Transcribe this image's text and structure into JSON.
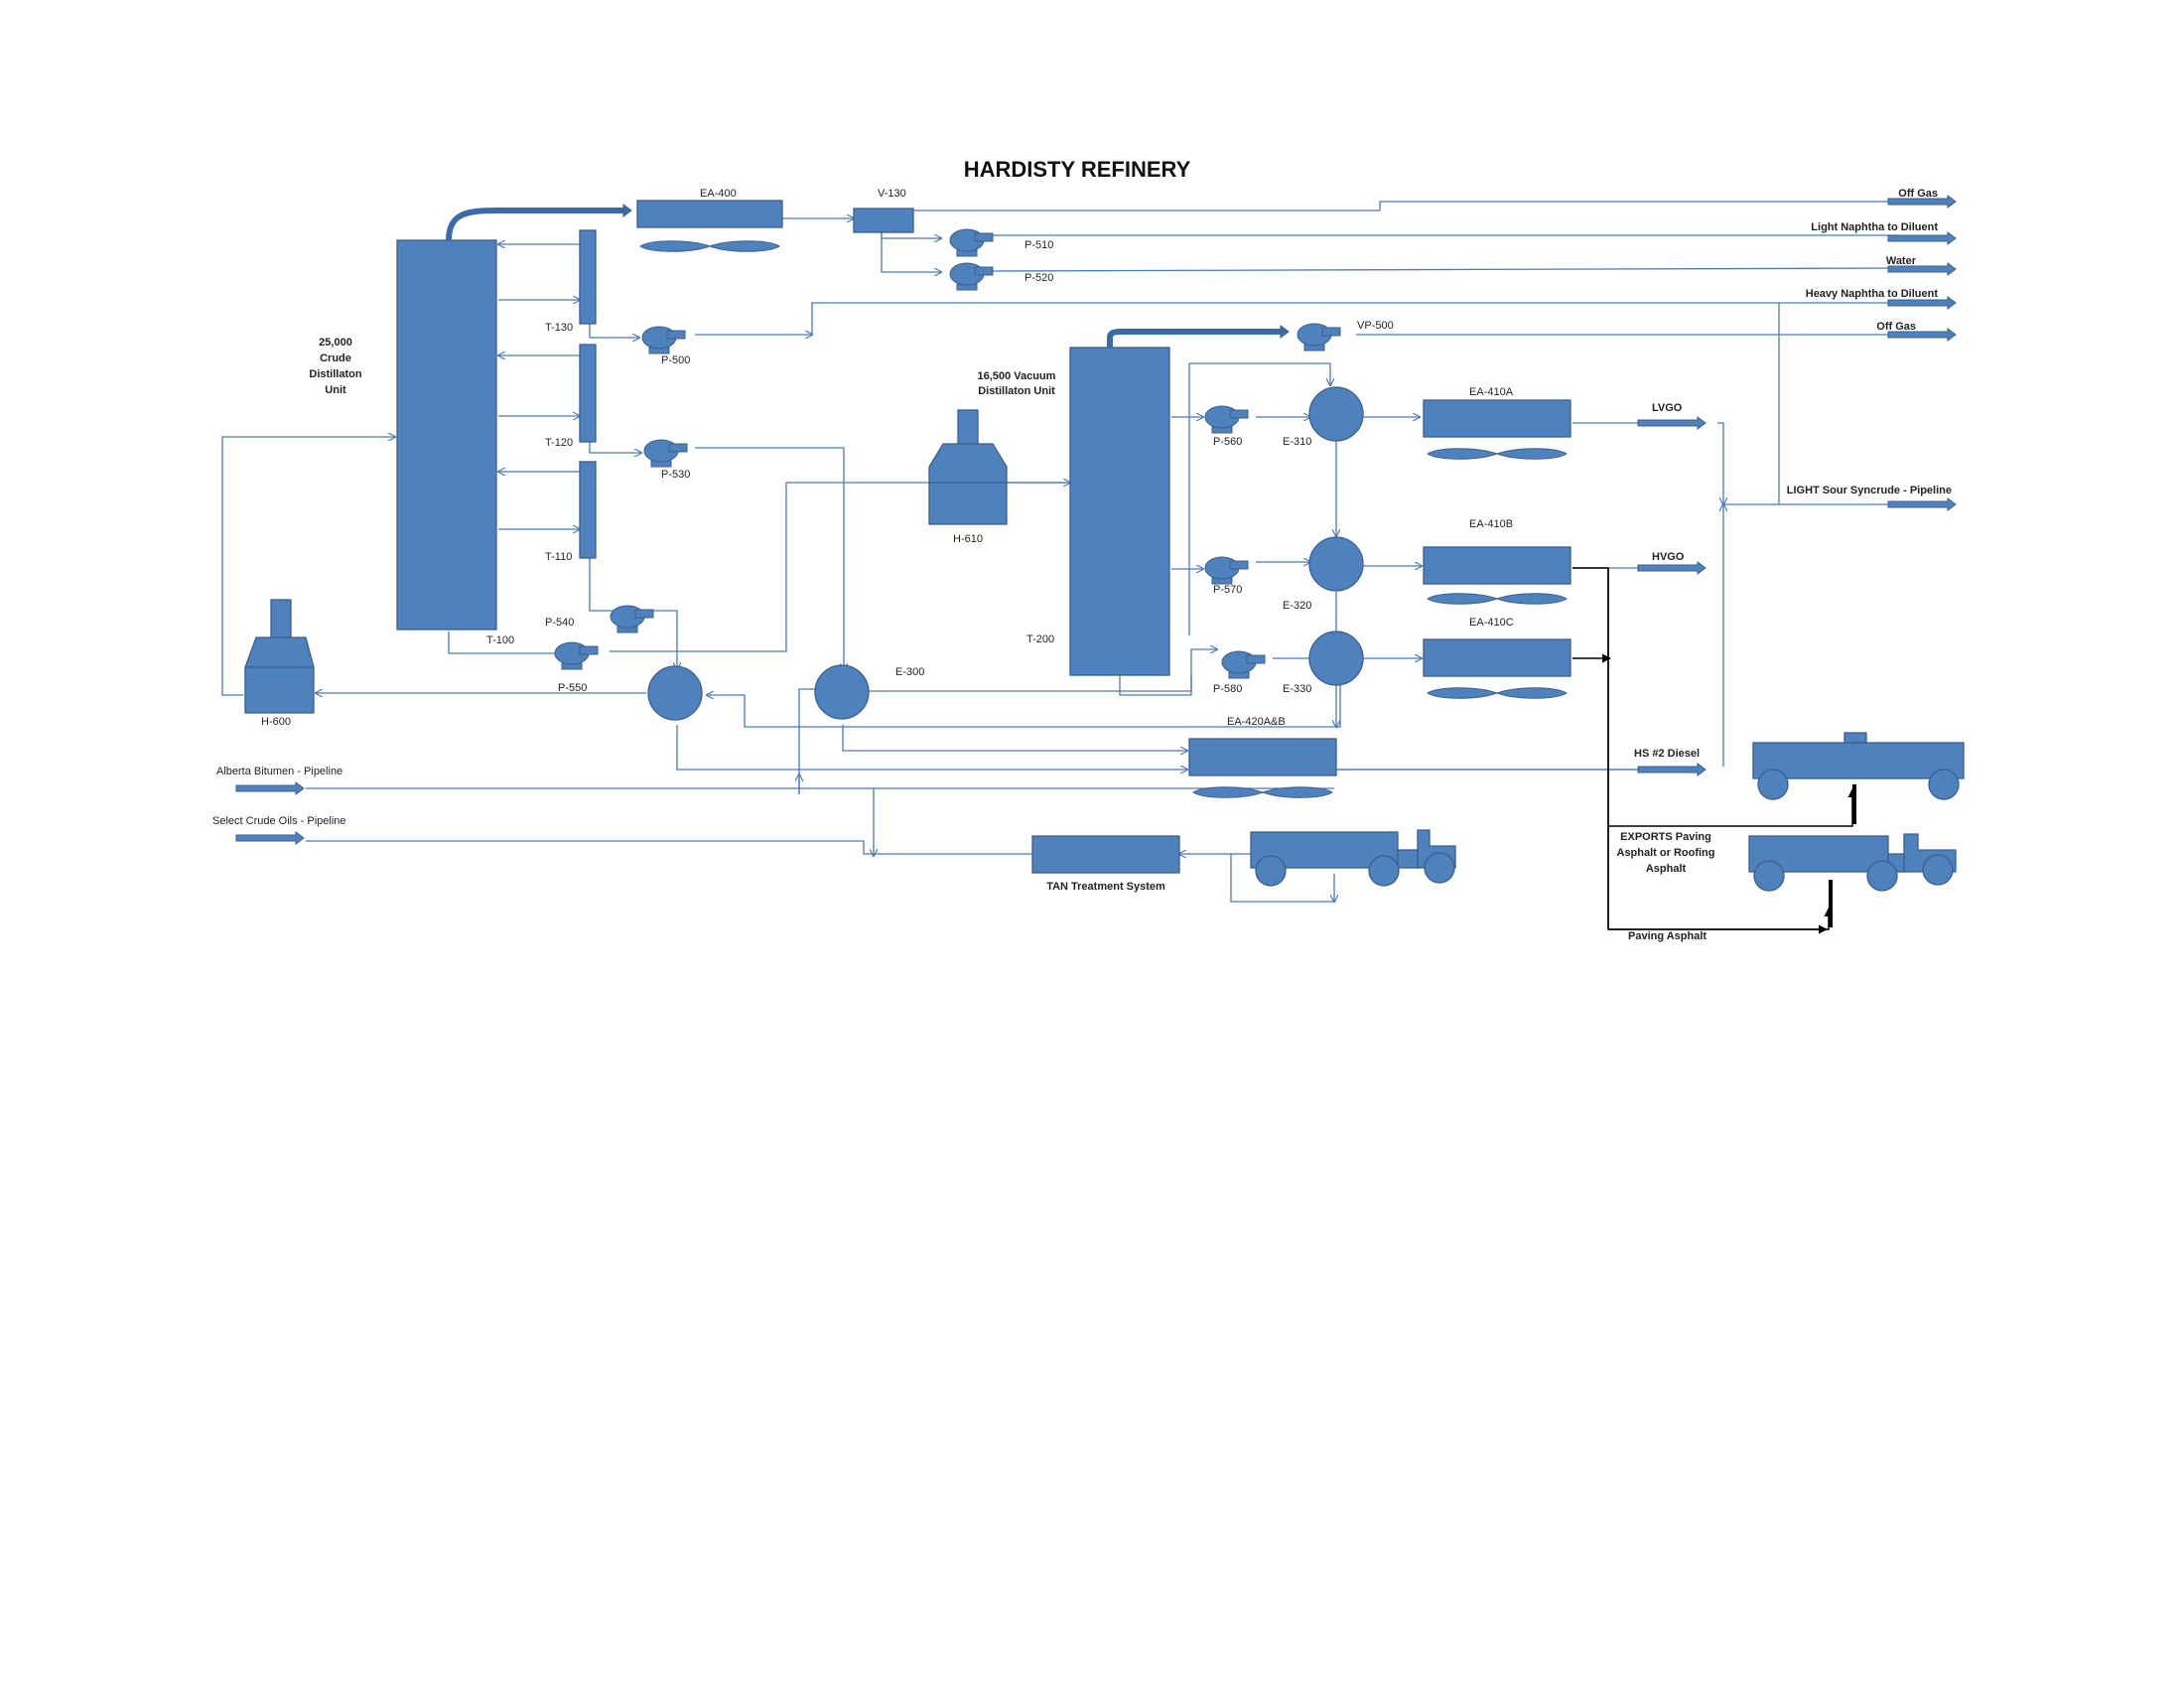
{
  "title": "HARDISTY REFINERY",
  "colors": {
    "equipment_fill": "#4f81bd",
    "equipment_stroke": "#3a5f8f",
    "line": "#4a7ab8",
    "black_line": "#000000"
  },
  "equipment": {
    "ea400": "EA-400",
    "v130": "V-130",
    "p510": "P-510",
    "p520": "P-520",
    "t130": "T-130",
    "p500": "P-500",
    "t120": "T-120",
    "p530": "P-530",
    "t110": "T-110",
    "p540": "P-540",
    "t100": "T-100",
    "p550": "P-550",
    "h600": "H-600",
    "vp500": "VP-500",
    "h610": "H-610",
    "t200": "T-200",
    "p560": "P-560",
    "e310": "E-310",
    "p570": "P-570",
    "e320": "E-320",
    "p580": "P-580",
    "e330": "E-330",
    "e300": "E-300",
    "ea410a": "EA-410A",
    "ea410b": "EA-410B",
    "ea410c": "EA-410C",
    "ea420": "EA-420A&B"
  },
  "units": {
    "cdu_line1": "25,000",
    "cdu_line2": "Crude",
    "cdu_line3": "Distillaton",
    "cdu_line4": "Unit",
    "vdu_line1": "16,500 Vacuum",
    "vdu_line2": "Distillaton Unit",
    "tan": "TAN Treatment System"
  },
  "products": {
    "off_gas_1": "Off Gas",
    "light_naphtha": "Light Naphtha to Diluent",
    "water": "Water",
    "heavy_naphtha": "Heavy Naphtha to Diluent",
    "off_gas_2": "Off Gas",
    "lvgo": "LVGO",
    "light_sour": "LIGHT Sour Syncrude - Pipeline",
    "hvgo": "HVGO",
    "diesel": "HS  #2 Diesel",
    "exports_line1": "EXPORTS Paving",
    "exports_line2": "Asphalt or Roofing",
    "exports_line3": "Asphalt",
    "paving": "Paving Asphalt"
  },
  "feeds": {
    "bitumen": "Alberta Bitumen - Pipeline",
    "crude": "Select Crude Oils - Pipeline"
  }
}
